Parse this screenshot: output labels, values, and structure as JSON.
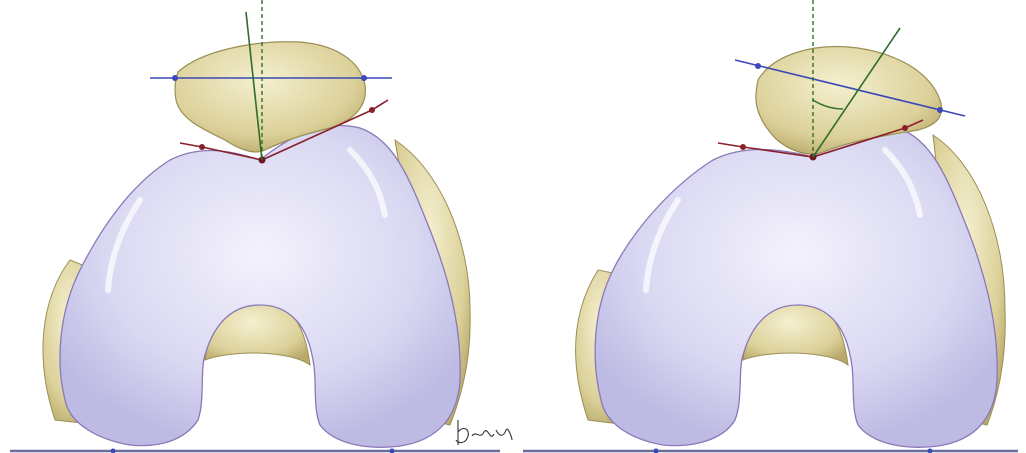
{
  "figure": {
    "background": "#ffffff",
    "colors": {
      "femur_cartilage": "#d9d8f2",
      "femur_outline": "#8a78b8",
      "bone": "#dcd19a",
      "bone_shadow": "#b9aa6a",
      "bone_outline": "#9b8f55",
      "patella_axis_line": "#3b49b8",
      "trochlear_line": "#8a1f2a",
      "patella_tilt_line": "#2f6e2a",
      "baseline": "#6a6f9a",
      "signature_ink": "#333333"
    },
    "panels": [
      {
        "id": "left",
        "patella": "centered",
        "tilt_shown": false
      },
      {
        "id": "right",
        "patella": "tilted",
        "tilt_shown": true
      }
    ],
    "signature": "Ibi..."
  }
}
